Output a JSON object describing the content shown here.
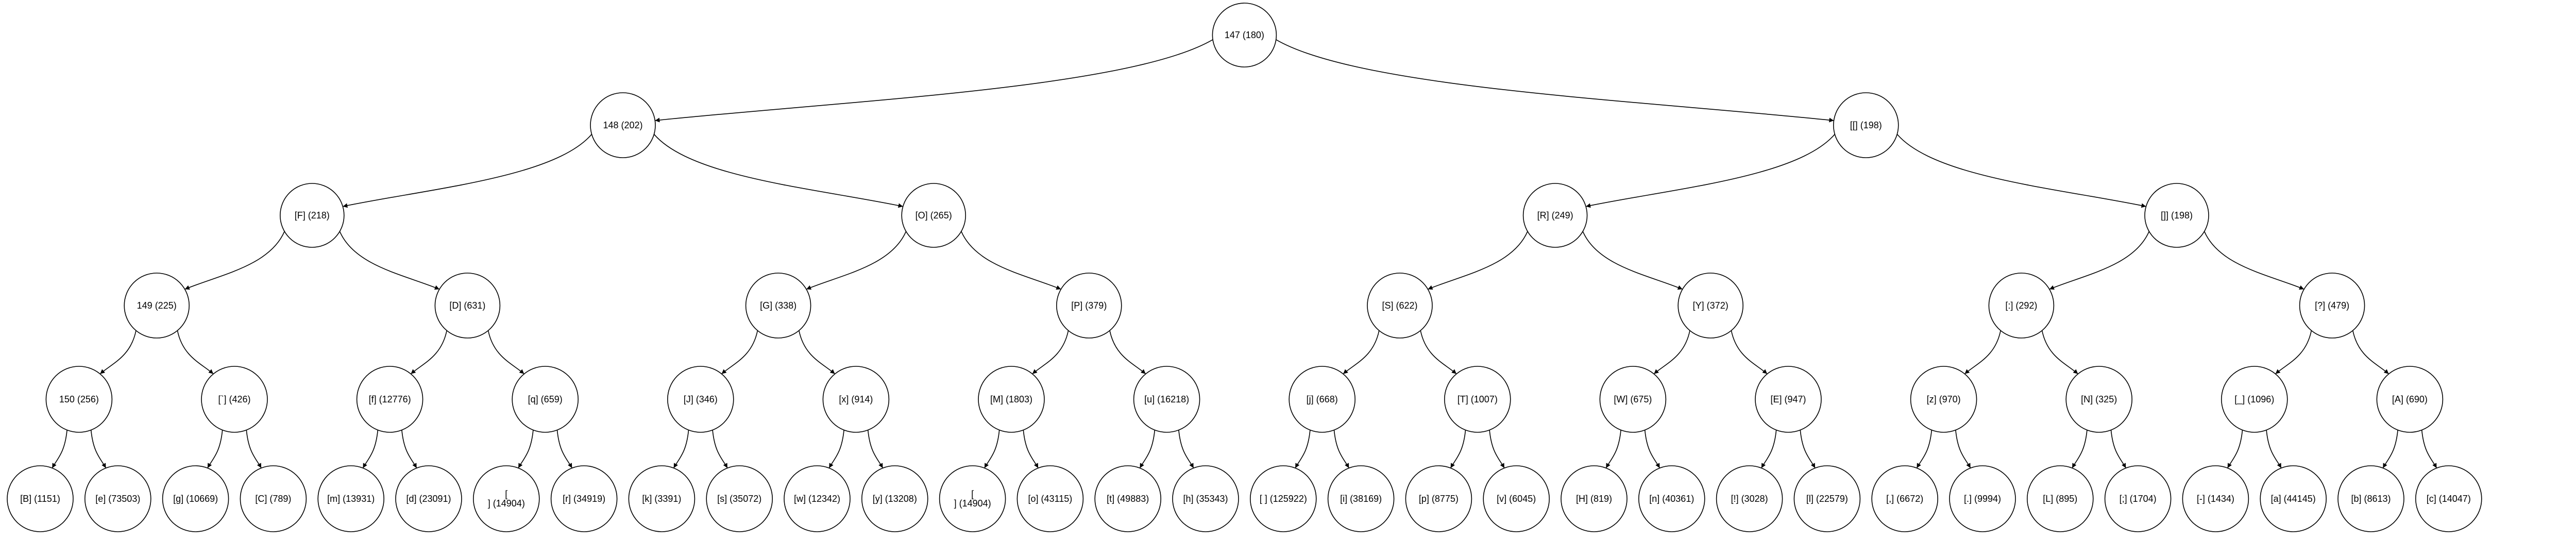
{
  "tree": {
    "label": "147 (180)",
    "children": [
      {
        "label": "148 (202)",
        "children": [
          {
            "label": "[F] (218)",
            "children": [
              {
                "label": "149 (225)",
                "children": [
                  {
                    "label": "150 (256)",
                    "children": [
                      {
                        "label": "[B] (1151)"
                      },
                      {
                        "label": "[e] (73503)"
                      }
                    ]
                  },
                  {
                    "label": "[`] (426)",
                    "children": [
                      {
                        "label": "[g] (10669)"
                      },
                      {
                        "label": "[C] (789)"
                      }
                    ]
                  }
                ]
              },
              {
                "label": "[D] (631)",
                "children": [
                  {
                    "label": "[f] (12776)",
                    "children": [
                      {
                        "label": "[m] (13931)"
                      },
                      {
                        "label": "[d] (23091)"
                      }
                    ]
                  },
                  {
                    "label": "[q] (659)",
                    "children": [
                      {
                        "label": "[\n] (14904)"
                      },
                      {
                        "label": "[r] (34919)"
                      }
                    ]
                  }
                ]
              }
            ]
          },
          {
            "label": "[O] (265)",
            "children": [
              {
                "label": "[G] (338)",
                "children": [
                  {
                    "label": "[J] (346)",
                    "children": [
                      {
                        "label": "[k] (3391)"
                      },
                      {
                        "label": "[s] (35072)"
                      }
                    ]
                  },
                  {
                    "label": "[x] (914)",
                    "children": [
                      {
                        "label": "[w] (12342)"
                      },
                      {
                        "label": "[y] (13208)"
                      }
                    ]
                  }
                ]
              },
              {
                "label": "[P] (379)",
                "children": [
                  {
                    "label": "[M] (1803)",
                    "children": [
                      {
                        "label": "[\n] (14904)"
                      },
                      {
                        "label": "[o] (43115)"
                      }
                    ]
                  },
                  {
                    "label": "[u] (16218)",
                    "children": [
                      {
                        "label": "[t] (49883)"
                      },
                      {
                        "label": "[h] (35343)"
                      }
                    ]
                  }
                ]
              }
            ]
          }
        ]
      },
      {
        "label": "[[] (198)",
        "children": [
          {
            "label": "[R] (249)",
            "children": [
              {
                "label": "[S] (622)",
                "children": [
                  {
                    "label": "[j] (668)",
                    "children": [
                      {
                        "label": "[ ] (125922)"
                      },
                      {
                        "label": "[i] (38169)"
                      }
                    ]
                  },
                  {
                    "label": "[T] (1007)",
                    "children": [
                      {
                        "label": "[p] (8775)"
                      },
                      {
                        "label": "[v] (6045)"
                      }
                    ]
                  }
                ]
              },
              {
                "label": "[Y] (372)",
                "children": [
                  {
                    "label": "[W] (675)",
                    "children": [
                      {
                        "label": "[H] (819)"
                      },
                      {
                        "label": "[n] (40361)"
                      }
                    ]
                  },
                  {
                    "label": "[E] (947)",
                    "children": [
                      {
                        "label": "[!] (3028)"
                      },
                      {
                        "label": "[l] (22579)"
                      }
                    ]
                  }
                ]
              }
            ]
          },
          {
            "label": "[]] (198)",
            "children": [
              {
                "label": "[:] (292)",
                "children": [
                  {
                    "label": "[z] (970)",
                    "children": [
                      {
                        "label": "[,] (6672)"
                      },
                      {
                        "label": "[.] (9994)"
                      }
                    ]
                  },
                  {
                    "label": "[N] (325)",
                    "children": [
                      {
                        "label": "[L] (895)"
                      },
                      {
                        "label": "[;] (1704)"
                      }
                    ]
                  }
                ]
              },
              {
                "label": "[?] (479)",
                "children": [
                  {
                    "label": "[_] (1096)",
                    "children": [
                      {
                        "label": "[-] (1434)"
                      },
                      {
                        "label": "[a] (44145)"
                      }
                    ]
                  },
                  {
                    "label": "[A] (690)",
                    "children": [
                      {
                        "label": "[b] (8613)"
                      },
                      {
                        "label": "[c] (14047)"
                      }
                    ]
                  }
                ]
              }
            ]
          }
        ]
      }
    ]
  }
}
